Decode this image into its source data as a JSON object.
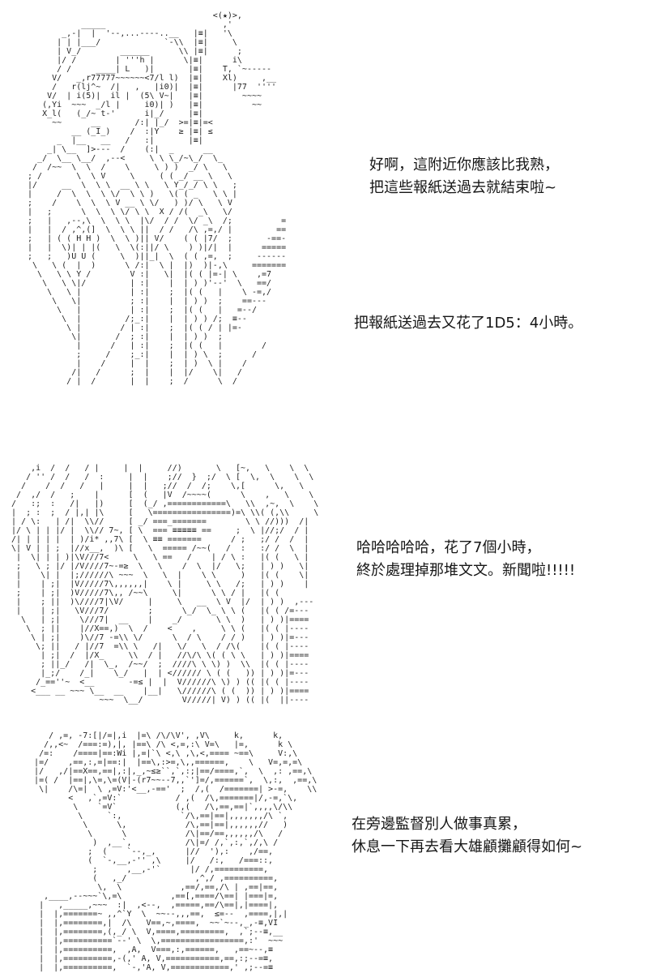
{
  "page": {
    "background_color": "#ffffff",
    "text_color": "#161616",
    "kind": "ascii-art comic page with dialogue captions"
  },
  "dialogues": [
    {
      "id": "dialogue-1",
      "lines": [
        "好啊，這附近你應該比我熟，",
        "把這些報紙送過去就結束啦~"
      ]
    },
    {
      "id": "dialogue-2",
      "lines": [
        "把報紙送過去又花了1D5：4小時。"
      ]
    },
    {
      "id": "dialogue-3",
      "lines": [
        "哈哈哈哈哈，花了7個小時，",
        "終於處理掉那堆文文。新聞啦!!!!!"
      ]
    },
    {
      "id": "dialogue-4",
      "lines": [
        "在旁邊監督別人做事真累，",
        "休息一下再去看大雄顧攤顧得如何~"
      ]
    }
  ],
  "ascii_art": [
    {
      "id": "art-1",
      "description": "character with star-marked cap carrying a tall stack of newspapers",
      "star_mark": "<(★)>",
      "lines": [
        "                                       <(★)>,",
        "            _____                        ,'",
        "        _,-|  |  '--,...----..__   |≡|   '\\",
        "       | | |___/             `-\\\\  |≡|     \\",
        "       | V_/        ______      \\\\ |≡|      ;",
        "       |/ /        | '''h |      \\|≡|      i\\",
        "       / /     ____| L   )|       |≡|    T, `~-----",
        "      V/   _,r77777~~~~~~<7/l l)  |≡|    Xl)     ,__",
        "      /   r(lj^~  /|   ,   |i0)|  |≡|      |77  ''''",
        "     V/  | i(5)|  il |  (5\\ V~|   |≡|        ~~~~",
        "    (,Yi  ~~~  _/l |     i0)| )   |≡|          ~~",
        "    X_l(   (_/~ t-'      i|_/     |≡|",
        "      ~~      __       /:| |_/  >=|≡|=<",
        "          __ (_I_)    /  :|Y    ≥ |≡| ≤",
        "       _  |__   __   /   :|       |≡|",
        "     _| \\__  ]>---  /    (:|  _      __",
        "   _/  \\__ \\__/  ,--<     \\ \\ \\_/~\\_/  \\_",
        "  /  /~~  \\  \\  /    \\     \\ ) )  _/ \\   \\",
        " ; /       \\  \\ V     \\     ( ( _/ __ \\   \\",
        " |/     __  \\  \\ \\  __ \\ \\   \\ Y_/_/ \\ \\   ;",
        " |     /  \\  \\  \\ \\/  \\ \\ )   \\( ( _   \\ \\ |",
        " ;    /    \\  \\  \\ V __ \\ \\/   ) )/ \\   \\ V",
        " |   ;      \\  \\  \\ \\/ \\ \\  X / /(  _\\   \\/",
        " ;   |   ,--,\\  \\  \\ \\  |\\/  / /  \\/ _\\  /;          =",
        " |   |  / ,^,(]  \\  \\ \\ ||  / /   /\\ ,=,/ |         ==",
        " ;   | ( ( H H )  \\  \\ )|| V/    ( ( |7/  ;       -==-",
        " |   |  \\)| | |(   \\  \\(:||/ \\    ) )|/|  |      =====",
        " ;   ;   )U U (     \\  )||_|  \\  ( ( ,=,  ;     ------",
        "  \\   \\ (  |  )      \\ /:|  \\ |  |)  )|-,\\     =======",
        "   \\   \\ \\ Y /        V :|   \\|  |( ( |=-| \\    ,=7",
        "    \\   \\ \\|/         | :|    |  | ) )'--'  \\   ==/",
        "     \\   \\ |          | :|    ;  |( (   |    \\ -=,/",
        "      \\   \\|          ; :|    |  | ) )  ;    ==---",
        "       \\   |          | :|    ;  |( (   |   =--/",
        "        \\  |         /;_:|    |  | ) ) /;  ≡--",
        "         \\ |        / | :|    ;  |( ( / | |=-",
        "          \\|       /  ; :|    |  | ) )  ;",
        "           |      /   | :|    ;  |( (   |        /",
        "           ;     /    ;_:|    |  | ) \\  ;      /",
        "           |    /     |  |    ;  | )  \\ |    /",
        "          /|   /      ;  |    |  |/    \\|   /",
        "         / |  /       |  |    ;  /      \\  /"
      ]
    },
    {
      "id": "art-2",
      "description": "winged tengu reporter character beside a pile of newspapers",
      "lines": [
        "     ,i  /  /   / |     |  |     //)       \\   [~,   \\    \\  \\",
        "    / '' /  /   /  :     |  |    ;//  }  ;/  \\ [  \\,  \\    \\  \\",
        "   /    /  /   /   |     |  |   ;//  /  /;    \\,[      \\,   \\",
        "  /  ,/  /   ;    |      [  (   |V  /~~~~(      \\    ,   \\    \\",
        " /   :;  :   /|   |)     [  (_/ ,============\\   \\\\  ,~,  \\    \\",
        " |  ; :  ;  / |,| |\\     [   \\================)=\\ \\\\( (,\\\\     \\",
        " | / \\:   | /|  \\\\//     [ _/ ===_=======        \\ \\ //)))  /|",
        " |/ \\ | | |/ |  \\\\// 7~, [ \\  === ≡≡≡≡≡ ==     ;  \\ |//;/  / |",
        " /| | | | |  | )/i* ,,7\\ [  \\ ≡≡ =======      / ;   ;/ /  /  |",
        " \\| V | | ;  |//x__,  )\\ [   \\  ===== /~~(   /  :   :/ /  \\  |",
        "  |  \\| | | )|\\V///7<     \\   \\ ==   /    | / \\ :   |( (   \\ |",
        "  ;   \\ ; |/ |/V////7~-=≥  \\   \\    /  \\  |/   \\;   | ) )   \\|",
        "  |    \\| |  |;//////\\ ~~~  \\   \\  |    \\ \\     )   |( (    \\|",
        "  |    | ;|  |V/////7\\,,,,,,|    \\ |     \\ \\   /;   | ) )    |",
        "  ;    | ;|  )V/////7\\,, /~~\\     \\|      \\ \\ / |   |( (",
        "  |    ; ||  )\\////7|\\V/     |     \\   __  \\ V  |/  | ) )  ,---",
        "  |    | ;|   \\V///7/        ;      \\_/  \\_ \\ \\ (   |( ( /=---",
        "   \\   | ;|    \\///7|  __    |    _/       \\ \\  )   | ) )|====",
        "    \\  ; ||    |//X==,)  \\  /    <    ,     \\ \\ (   |( ( |----",
        "     \\ | ;|    )\\//7 -=\\\\ \\/      \\  / \\    / / )   | ) )|=---",
        "      \\; ||   / |//7  =\\\\ \\   /|   \\/   \\  / /\\(    |( ( |----",
        "       | ;|  /  |/X_     \\\\  / |   //\\/\\ \\( ( \\ \\   | ) )|====",
        "       ; ||_/   /|  \\_,  /~~/  ;  ////\\ \\ \\) )  \\\\  |( ( |----",
        "       |_;/    /_|    \\_/   |  | <////// \\ ( (   )) | ) )|=---",
        "      /_==''~  <__       -=≤ |  |  V//////\\ \\) ) (( |( ( |----",
        "     <___ __ ~~~ \\__  __    |__|   \\//////\\ ( (  )) | ) )|====",
        "                   ~~~  \\__/        V/////| V) ) (( |(  ||----"
      ]
    },
    {
      "id": "art-3",
      "description": "resting character in profile with densely shaded hair, leaning at a counter",
      "lines": [
        "      / ,=, -7:[|/=|,i  |=\\ /\\/\\V', ,V\\     k,      k,",
        "     /,,<~  /===:=),|, |==\\ /\\ <,=,:\\ V=\\   |=,      k \\",
        "    /=:    /====|==:Wi |,=|`\\ <,\\ ,\\,<,==== ~==\\     V:,\\",
        "   |=/    ,==,:,=|==:|  |==\\,:>=,\\,,======,    \\   V=,=,=\\",
        "   |/   ,/|==X==,==|,:|,_,~≤≥``,`,:;|==/====,`,  \\  ,: ,==,\\",
        "   |=( /  |==|,\\=,\\=(V|-(r7~~--7,,`']=/,======`,  \\,:,  ,==,\\",
        "    \\|    /\\=|  \\ ,=V:'<__,-=='  ;  /,(  /=======| >-=,    \\\\",
        "          <   ,`,=V:`           / ,(  /\\,=======|/,-=,`\\,",
        "           \\    `=V`            (,(   /\\,==,==|`,,,,\\/\\\\",
        "            \\     `:,            `/\\,==|==|,,,,,,,/\\ `,",
        "             \\      \\,            /\\,==|==|,,,,,,//   )",
        "              \\      \\            /\\|==/==,,,,,,/\\   /",
        "               )  ,__`,           /\\|=/ /,`,:,`,/,\\ /",
        "              ;  (    `--,_,      |//  '),:    ,/==,",
        "              (  `-,__,-'' ,\\     |/   /:,   /===::,",
        "               ;      ,__,-'`      |/ /,==========,",
        "               (   ,_/              ,^,/ ,==========,",
        "                \\,  \\            ,==/,==,/\\ | ,==|==,",
        "     ,____,--~~~`\\,=\\          ,==[,====/\\==| |===|=,",
        "    |   ,_____,~~~  :|  ,<--,  ,=====,==/\\==|,|====|,",
        "    |  |,=======~ ,,^`Y  \\  ~~--,,,==,  ≤=--  ,====,|,|",
        "    |  |,========,|  /\\   V==,~,====,  ~~`~--,_,-≡,VI",
        "    |  |,========,(,_/ \\  V,====,=========,  ,`;--≡,__",
        "    |  |,==========`--' \\  \\,=================,:'  ~~~",
        "    |  |,==========,  ,A,  V===,:,======,   ,==~--,≡",
        "    |  |,==========,-(,' A, V,===========,==,:;--=≡,",
        "    |  |,==========,  `-,'A, V,============,' ,;--=≡"
      ]
    }
  ]
}
